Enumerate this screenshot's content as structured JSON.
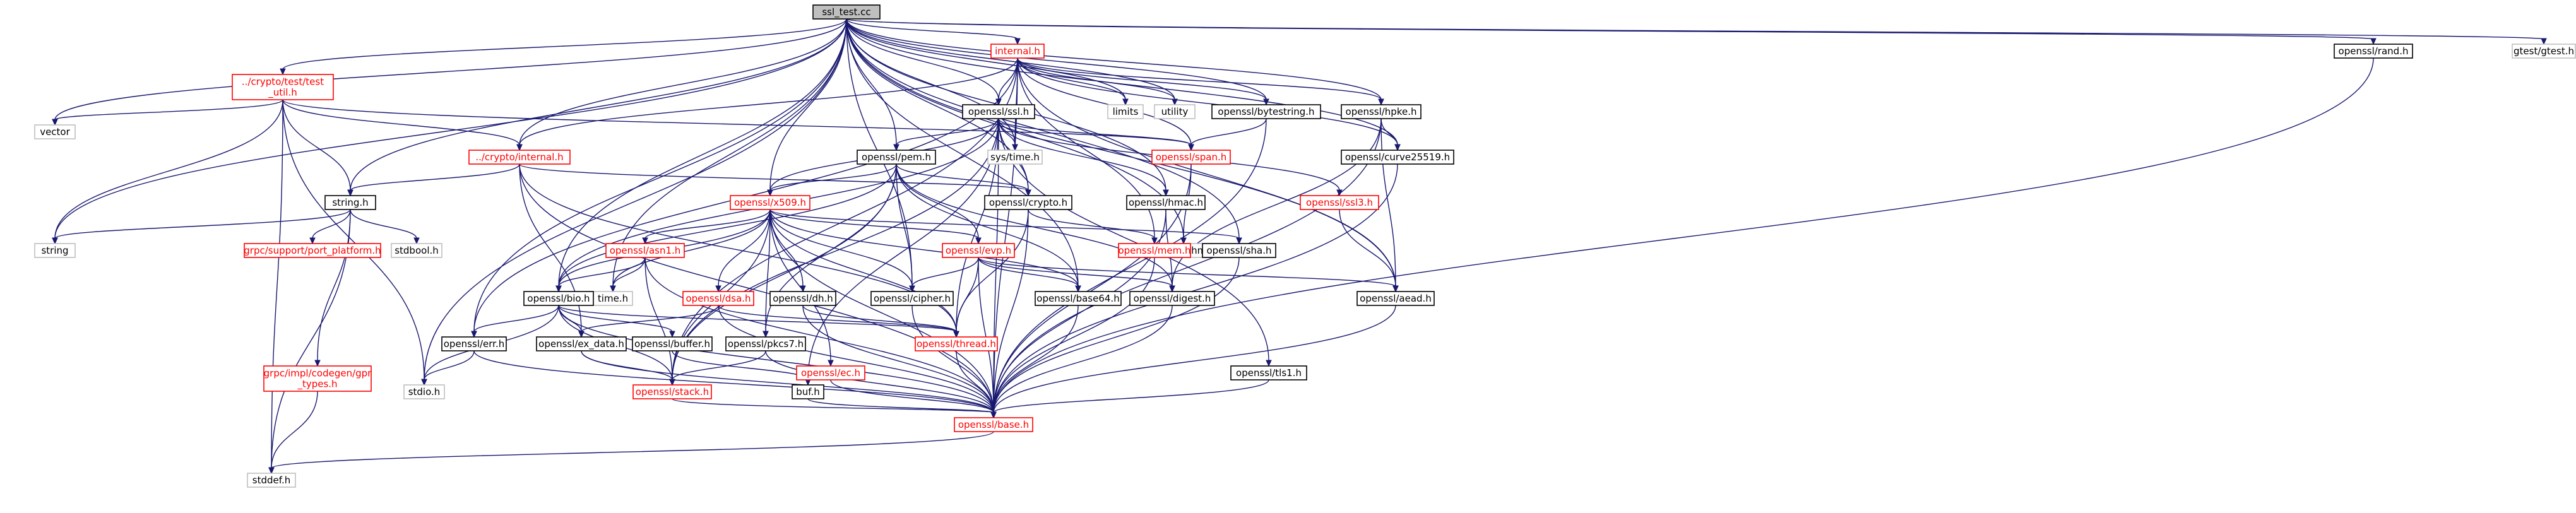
{
  "diagram": {
    "nodes": [
      {
        "id": "root",
        "label": "ssl_test.cc",
        "style": "root"
      },
      {
        "id": "internal_h",
        "label": "internal.h",
        "style": "red"
      },
      {
        "id": "crypto_test_util",
        "label": "../crypto/test/test_util.h",
        "lines": [
          "../crypto/test/test",
          "_util.h"
        ],
        "style": "red"
      },
      {
        "id": "vector",
        "label": "vector",
        "style": "gray"
      },
      {
        "id": "string",
        "label": "string",
        "style": "gray"
      },
      {
        "id": "limits",
        "label": "limits",
        "style": "gray"
      },
      {
        "id": "utility",
        "label": "utility",
        "style": "gray"
      },
      {
        "id": "gtest",
        "label": "gtest/gtest.h",
        "style": "gray"
      },
      {
        "id": "rand_h",
        "label": "openssl/rand.h",
        "style": "black"
      },
      {
        "id": "hpke_h",
        "label": "openssl/hpke.h",
        "style": "black"
      },
      {
        "id": "bytestring_h",
        "label": "openssl/bytestring.h",
        "style": "black"
      },
      {
        "id": "ssl_h",
        "label": "openssl/ssl.h",
        "style": "black"
      },
      {
        "id": "crypto_internal",
        "label": "../crypto/internal.h",
        "style": "red"
      },
      {
        "id": "span_h",
        "label": "openssl/span.h",
        "style": "red"
      },
      {
        "id": "systime",
        "label": "sys/time.h",
        "style": "gray"
      },
      {
        "id": "curve25519",
        "label": "openssl/curve25519.h",
        "style": "black"
      },
      {
        "id": "pem_h",
        "label": "openssl/pem.h",
        "style": "black"
      },
      {
        "id": "crypto_h",
        "label": "openssl/crypto.h",
        "style": "black"
      },
      {
        "id": "hmac_h",
        "label": "openssl/hmac.h",
        "style": "black"
      },
      {
        "id": "ssl3_h",
        "label": "openssl/ssl3.h",
        "style": "red"
      },
      {
        "id": "algorithm",
        "label": "algorithm",
        "style": "gray"
      },
      {
        "id": "string_h",
        "label": "string.h",
        "style": "black"
      },
      {
        "id": "x509_h",
        "label": "openssl/x509.h",
        "style": "red"
      },
      {
        "id": "sha_h",
        "label": "openssl/sha.h",
        "style": "black"
      },
      {
        "id": "mem_h",
        "label": "openssl/mem.h",
        "style": "red"
      },
      {
        "id": "stdbool",
        "label": "stdbool.h",
        "style": "gray"
      },
      {
        "id": "port_platform",
        "label": "grpc/support/port_platform.h",
        "style": "red"
      },
      {
        "id": "asn1_h",
        "label": "openssl/asn1.h",
        "style": "red"
      },
      {
        "id": "evp_h",
        "label": "openssl/evp.h",
        "style": "red"
      },
      {
        "id": "time_h",
        "label": "time.h",
        "style": "gray"
      },
      {
        "id": "bio_h",
        "label": "openssl/bio.h",
        "style": "black"
      },
      {
        "id": "dsa_h",
        "label": "openssl/dsa.h",
        "style": "red"
      },
      {
        "id": "dh_h",
        "label": "openssl/dh.h",
        "style": "black"
      },
      {
        "id": "cipher_h",
        "label": "openssl/cipher.h",
        "style": "black"
      },
      {
        "id": "base64_h",
        "label": "openssl/base64.h",
        "style": "black"
      },
      {
        "id": "digest_h",
        "label": "openssl/digest.h",
        "style": "black"
      },
      {
        "id": "aead_h",
        "label": "openssl/aead.h",
        "style": "black"
      },
      {
        "id": "err_h",
        "label": "openssl/err.h",
        "style": "black"
      },
      {
        "id": "ex_data_h",
        "label": "openssl/ex_data.h",
        "style": "black"
      },
      {
        "id": "buffer_h",
        "label": "openssl/buffer.h",
        "style": "black"
      },
      {
        "id": "pkcs7_h",
        "label": "openssl/pkcs7.h",
        "style": "black"
      },
      {
        "id": "thread_h",
        "label": "openssl/thread.h",
        "style": "red"
      },
      {
        "id": "stdio_h",
        "label": "stdio.h",
        "style": "gray"
      },
      {
        "id": "stack_h",
        "label": "openssl/stack.h",
        "style": "red"
      },
      {
        "id": "buf_h",
        "label": "buf.h",
        "style": "black"
      },
      {
        "id": "ec_h",
        "label": "openssl/ec.h",
        "style": "red"
      },
      {
        "id": "tls1_h",
        "label": "openssl/tls1.h",
        "style": "black"
      },
      {
        "id": "gpr_types",
        "label": "grpc/impl/codegen/gpr_types.h",
        "lines": [
          "grpc/impl/codegen/gpr",
          "_types.h"
        ],
        "style": "red"
      },
      {
        "id": "base_h",
        "label": "openssl/base.h",
        "style": "red"
      },
      {
        "id": "stddef_h",
        "label": "stddef.h",
        "style": "gray"
      }
    ],
    "edges": [
      [
        "root",
        "internal_h"
      ],
      [
        "root",
        "crypto_test_util"
      ],
      [
        "root",
        "vector"
      ],
      [
        "root",
        "string"
      ],
      [
        "root",
        "limits"
      ],
      [
        "root",
        "utility"
      ],
      [
        "root",
        "gtest"
      ],
      [
        "root",
        "rand_h"
      ],
      [
        "root",
        "hpke_h"
      ],
      [
        "root",
        "bytestring_h"
      ],
      [
        "root",
        "ssl_h"
      ],
      [
        "root",
        "crypto_internal"
      ],
      [
        "root",
        "systime"
      ],
      [
        "root",
        "curve25519"
      ],
      [
        "root",
        "pem_h"
      ],
      [
        "root",
        "crypto_h"
      ],
      [
        "root",
        "hmac_h"
      ],
      [
        "root",
        "algorithm"
      ],
      [
        "root",
        "string_h"
      ],
      [
        "root",
        "x509_h"
      ],
      [
        "root",
        "sha_h"
      ],
      [
        "root",
        "time_h"
      ],
      [
        "root",
        "bio_h"
      ],
      [
        "root",
        "cipher_h"
      ],
      [
        "root",
        "base64_h"
      ],
      [
        "root",
        "aead_h"
      ],
      [
        "root",
        "err_h"
      ],
      [
        "root",
        "stdio_h"
      ],
      [
        "internal_h",
        "ssl_h"
      ],
      [
        "internal_h",
        "limits"
      ],
      [
        "internal_h",
        "utility"
      ],
      [
        "internal_h",
        "span_h"
      ],
      [
        "internal_h",
        "systime"
      ],
      [
        "internal_h",
        "curve25519"
      ],
      [
        "internal_h",
        "crypto_internal"
      ],
      [
        "internal_h",
        "mem_h"
      ],
      [
        "internal_h",
        "aead_h"
      ],
      [
        "internal_h",
        "stack_h"
      ],
      [
        "internal_h",
        "err_h"
      ],
      [
        "internal_h",
        "base_h"
      ],
      [
        "internal_h",
        "hpke_h"
      ],
      [
        "internal_h",
        "bytestring_h"
      ],
      [
        "crypto_test_util",
        "vector"
      ],
      [
        "crypto_test_util",
        "string"
      ],
      [
        "crypto_test_util",
        "string_h"
      ],
      [
        "crypto_test_util",
        "crypto_internal"
      ],
      [
        "crypto_test_util",
        "span_h"
      ],
      [
        "crypto_test_util",
        "stdio_h"
      ],
      [
        "crypto_test_util",
        "stddef_h"
      ],
      [
        "rand_h",
        "base_h"
      ],
      [
        "hpke_h",
        "curve25519"
      ],
      [
        "hpke_h",
        "digest_h"
      ],
      [
        "hpke_h",
        "aead_h"
      ],
      [
        "hpke_h",
        "base_h"
      ],
      [
        "bytestring_h",
        "span_h"
      ],
      [
        "bytestring_h",
        "base_h"
      ],
      [
        "ssl_h",
        "span_h"
      ],
      [
        "ssl_h",
        "systime"
      ],
      [
        "ssl_h",
        "pem_h"
      ],
      [
        "ssl_h",
        "crypto_h"
      ],
      [
        "ssl_h",
        "hmac_h"
      ],
      [
        "ssl_h",
        "ssl3_h"
      ],
      [
        "ssl_h",
        "x509_h"
      ],
      [
        "ssl_h",
        "bio_h"
      ],
      [
        "ssl_h",
        "thread_h"
      ],
      [
        "ssl_h",
        "stack_h"
      ],
      [
        "ssl_h",
        "tls1_h"
      ],
      [
        "ssl_h",
        "buf_h"
      ],
      [
        "ssl_h",
        "base_h"
      ],
      [
        "crypto_internal",
        "string_h"
      ],
      [
        "crypto_internal",
        "crypto_h"
      ],
      [
        "crypto_internal",
        "ex_data_h"
      ],
      [
        "crypto_internal",
        "thread_h"
      ],
      [
        "crypto_internal",
        "base_h"
      ],
      [
        "span_h",
        "algorithm"
      ],
      [
        "span_h",
        "base_h"
      ],
      [
        "curve25519",
        "base_h"
      ],
      [
        "pem_h",
        "x509_h"
      ],
      [
        "pem_h",
        "bio_h"
      ],
      [
        "pem_h",
        "cipher_h"
      ],
      [
        "pem_h",
        "digest_h"
      ],
      [
        "pem_h",
        "evp_h"
      ],
      [
        "pem_h",
        "stack_h"
      ],
      [
        "pem_h",
        "base64_h"
      ],
      [
        "pem_h",
        "crypto_h"
      ],
      [
        "pem_h",
        "pkcs7_h"
      ],
      [
        "crypto_h",
        "mem_h"
      ],
      [
        "crypto_h",
        "thread_h"
      ],
      [
        "crypto_h",
        "base_h"
      ],
      [
        "hmac_h",
        "digest_h"
      ],
      [
        "hmac_h",
        "base_h"
      ],
      [
        "ssl3_h",
        "aead_h"
      ],
      [
        "string_h",
        "string"
      ],
      [
        "string_h",
        "stdbool"
      ],
      [
        "string_h",
        "port_platform"
      ],
      [
        "string_h",
        "gpr_types"
      ],
      [
        "string_h",
        "stddef_h"
      ],
      [
        "x509_h",
        "asn1_h"
      ],
      [
        "x509_h",
        "bio_h"
      ],
      [
        "x509_h",
        "cipher_h"
      ],
      [
        "x509_h",
        "dh_h"
      ],
      [
        "x509_h",
        "dsa_h"
      ],
      [
        "x509_h",
        "ec_h"
      ],
      [
        "x509_h",
        "evp_h"
      ],
      [
        "x509_h",
        "sha_h"
      ],
      [
        "x509_h",
        "stack_h"
      ],
      [
        "x509_h",
        "thread_h"
      ],
      [
        "x509_h",
        "pkcs7_h"
      ],
      [
        "x509_h",
        "time_h"
      ],
      [
        "x509_h",
        "base_h"
      ],
      [
        "x509_h",
        "base64_h"
      ],
      [
        "sha_h",
        "base_h"
      ],
      [
        "mem_h",
        "base_h"
      ],
      [
        "asn1_h",
        "bio_h"
      ],
      [
        "asn1_h",
        "time_h"
      ],
      [
        "asn1_h",
        "stack_h"
      ],
      [
        "asn1_h",
        "base_h"
      ],
      [
        "evp_h",
        "aead_h"
      ],
      [
        "evp_h",
        "base64_h"
      ],
      [
        "evp_h",
        "cipher_h"
      ],
      [
        "evp_h",
        "digest_h"
      ],
      [
        "evp_h",
        "thread_h"
      ],
      [
        "evp_h",
        "base_h"
      ],
      [
        "bio_h",
        "buffer_h"
      ],
      [
        "bio_h",
        "err_h"
      ],
      [
        "bio_h",
        "ex_data_h"
      ],
      [
        "bio_h",
        "stack_h"
      ],
      [
        "bio_h",
        "thread_h"
      ],
      [
        "bio_h",
        "stdio_h"
      ],
      [
        "bio_h",
        "base_h"
      ],
      [
        "dsa_h",
        "ex_data_h"
      ],
      [
        "dsa_h",
        "thread_h"
      ],
      [
        "dsa_h",
        "base_h"
      ],
      [
        "dh_h",
        "thread_h"
      ],
      [
        "dh_h",
        "base_h"
      ],
      [
        "cipher_h",
        "base_h"
      ],
      [
        "base64_h",
        "base_h"
      ],
      [
        "digest_h",
        "base_h"
      ],
      [
        "aead_h",
        "base_h"
      ],
      [
        "err_h",
        "stdio_h"
      ],
      [
        "err_h",
        "base_h"
      ],
      [
        "ex_data_h",
        "stack_h"
      ],
      [
        "ex_data_h",
        "base_h"
      ],
      [
        "buffer_h",
        "buf_h"
      ],
      [
        "pkcs7_h",
        "stack_h"
      ],
      [
        "pkcs7_h",
        "base_h"
      ],
      [
        "thread_h",
        "base_h"
      ],
      [
        "stack_h",
        "base_h"
      ],
      [
        "buf_h",
        "base_h"
      ],
      [
        "ec_h",
        "base_h"
      ],
      [
        "tls1_h",
        "base_h"
      ],
      [
        "gpr_types",
        "stddef_h"
      ],
      [
        "base_h",
        "stddef_h"
      ]
    ]
  }
}
